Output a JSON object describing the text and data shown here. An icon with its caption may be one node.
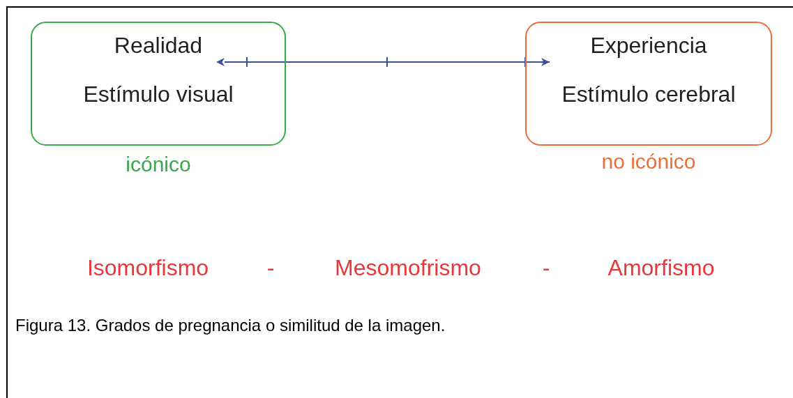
{
  "diagram": {
    "caption": "Figura 13. Grados de pregnancia o similitud de la imagen.",
    "nodes": [
      {
        "text": [
          "Realidad",
          "Estímulo visual"
        ],
        "beside": [
          "icónico"
        ]
      },
      {
        "text": [
          "Experiencia",
          "Estímulo cerebral"
        ],
        "beside": [
          "no icónico"
        ]
      }
    ],
    "edges": [
      {
        "from": 0,
        "to": 1,
        "arrow": "both"
      }
    ],
    "labels": [
      "Isomorfismo",
      "-",
      "Mesomofrismo",
      "-",
      "Amorfismo"
    ]
  }
}
